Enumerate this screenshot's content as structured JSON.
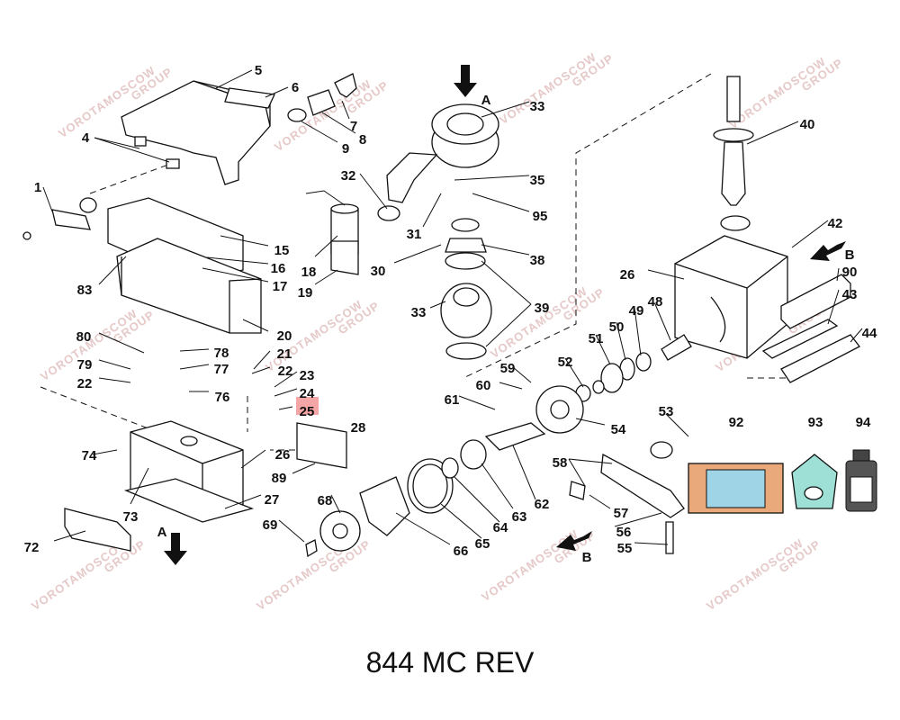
{
  "title": "844 MC REV",
  "watermark": {
    "text": "VOROTAMOSCOW",
    "sub": "GROUP"
  },
  "highlight_color": "#f4a6a6",
  "arrow_labels": [
    "A",
    "A",
    "B",
    "B"
  ],
  "callouts": [
    {
      "id": "c1",
      "label": "1"
    },
    {
      "id": "c4",
      "label": "4"
    },
    {
      "id": "c5",
      "label": "5"
    },
    {
      "id": "c6",
      "label": "6"
    },
    {
      "id": "c7",
      "label": "7"
    },
    {
      "id": "c8",
      "label": "8"
    },
    {
      "id": "c9",
      "label": "9"
    },
    {
      "id": "c15",
      "label": "15"
    },
    {
      "id": "c16",
      "label": "16"
    },
    {
      "id": "c17",
      "label": "17"
    },
    {
      "id": "c18",
      "label": "18"
    },
    {
      "id": "c19",
      "label": "19"
    },
    {
      "id": "c20",
      "label": "20"
    },
    {
      "id": "c83",
      "label": "83"
    },
    {
      "id": "c32",
      "label": "32"
    },
    {
      "id": "c31",
      "label": "31"
    },
    {
      "id": "c30",
      "label": "30"
    },
    {
      "id": "c33a",
      "label": "33"
    },
    {
      "id": "c35",
      "label": "35"
    },
    {
      "id": "c95",
      "label": "95"
    },
    {
      "id": "c38",
      "label": "38"
    },
    {
      "id": "c33b",
      "label": "33"
    },
    {
      "id": "c39",
      "label": "39"
    },
    {
      "id": "c40",
      "label": "40"
    },
    {
      "id": "c42",
      "label": "42"
    },
    {
      "id": "c26a",
      "label": "26"
    },
    {
      "id": "c90",
      "label": "90"
    },
    {
      "id": "c43",
      "label": "43"
    },
    {
      "id": "c44",
      "label": "44"
    },
    {
      "id": "c48",
      "label": "48"
    },
    {
      "id": "c49",
      "label": "49"
    },
    {
      "id": "c50",
      "label": "50"
    },
    {
      "id": "c51",
      "label": "51"
    },
    {
      "id": "c52",
      "label": "52"
    },
    {
      "id": "c59",
      "label": "59"
    },
    {
      "id": "c60",
      "label": "60"
    },
    {
      "id": "c61",
      "label": "61"
    },
    {
      "id": "c54",
      "label": "54"
    },
    {
      "id": "c53",
      "label": "53"
    },
    {
      "id": "c92",
      "label": "92"
    },
    {
      "id": "c93",
      "label": "93"
    },
    {
      "id": "c94",
      "label": "94"
    },
    {
      "id": "c80",
      "label": "80"
    },
    {
      "id": "c78",
      "label": "78"
    },
    {
      "id": "c79",
      "label": "79"
    },
    {
      "id": "c77",
      "label": "77"
    },
    {
      "id": "c22a",
      "label": "22"
    },
    {
      "id": "c76",
      "label": "76"
    },
    {
      "id": "c21",
      "label": "21"
    },
    {
      "id": "c22b",
      "label": "22"
    },
    {
      "id": "c23",
      "label": "23"
    },
    {
      "id": "c24",
      "label": "24"
    },
    {
      "id": "c25",
      "label": "25"
    },
    {
      "id": "c28",
      "label": "28"
    },
    {
      "id": "c74",
      "label": "74"
    },
    {
      "id": "c26b",
      "label": "26"
    },
    {
      "id": "c89",
      "label": "89"
    },
    {
      "id": "c27",
      "label": "27"
    },
    {
      "id": "c73",
      "label": "73"
    },
    {
      "id": "c68",
      "label": "68"
    },
    {
      "id": "c69",
      "label": "69"
    },
    {
      "id": "c72",
      "label": "72"
    },
    {
      "id": "c66",
      "label": "66"
    },
    {
      "id": "c65",
      "label": "65"
    },
    {
      "id": "c64",
      "label": "64"
    },
    {
      "id": "c63",
      "label": "63"
    },
    {
      "id": "c62",
      "label": "62"
    },
    {
      "id": "c58",
      "label": "58"
    },
    {
      "id": "c57",
      "label": "57"
    },
    {
      "id": "c56",
      "label": "56"
    },
    {
      "id": "c55",
      "label": "55"
    }
  ]
}
